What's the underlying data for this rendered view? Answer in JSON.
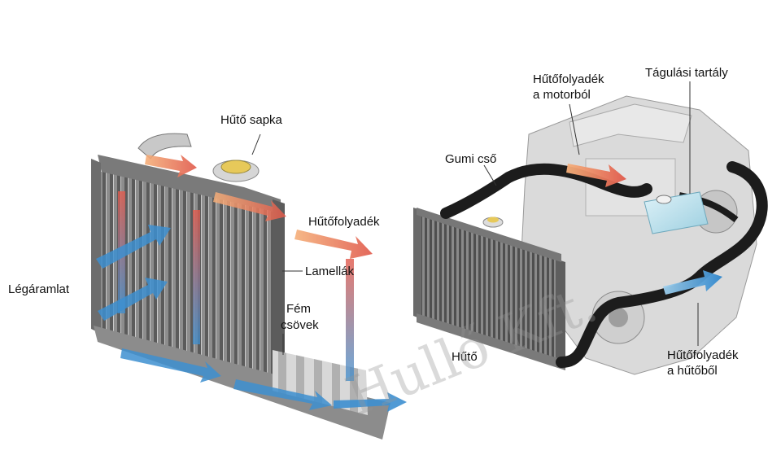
{
  "labels": {
    "radiator_cap": "Hűtő sapka",
    "coolant": "Hűtőfolyadék",
    "fins": "Lamellák",
    "metal_tubes_line1": "Fém",
    "metal_tubes_line2": "csövek",
    "airflow": "Légáramlat",
    "coolant_from_engine_line1": "Hűtőfolyadék",
    "coolant_from_engine_line2": "a motorból",
    "expansion_tank": "Tágulási tartály",
    "rubber_hose": "Gumi cső",
    "radiator": "Hűtő",
    "coolant_from_radiator_line1": "Hűtőfolyadék",
    "coolant_from_radiator_line2": "a hűtőből"
  },
  "watermark": "Hullő Kft.",
  "colors": {
    "hot_arrow": "#e0584a",
    "warm_arrow": "#f0905a",
    "cool_arrow": "#3d8fd0",
    "hose": "#1c1c1c",
    "radiator_frame": "#6f6f6f",
    "radiator_core": "#9a9a9a",
    "engine": "#dcdcdc",
    "tank": "#bfe3ee"
  }
}
